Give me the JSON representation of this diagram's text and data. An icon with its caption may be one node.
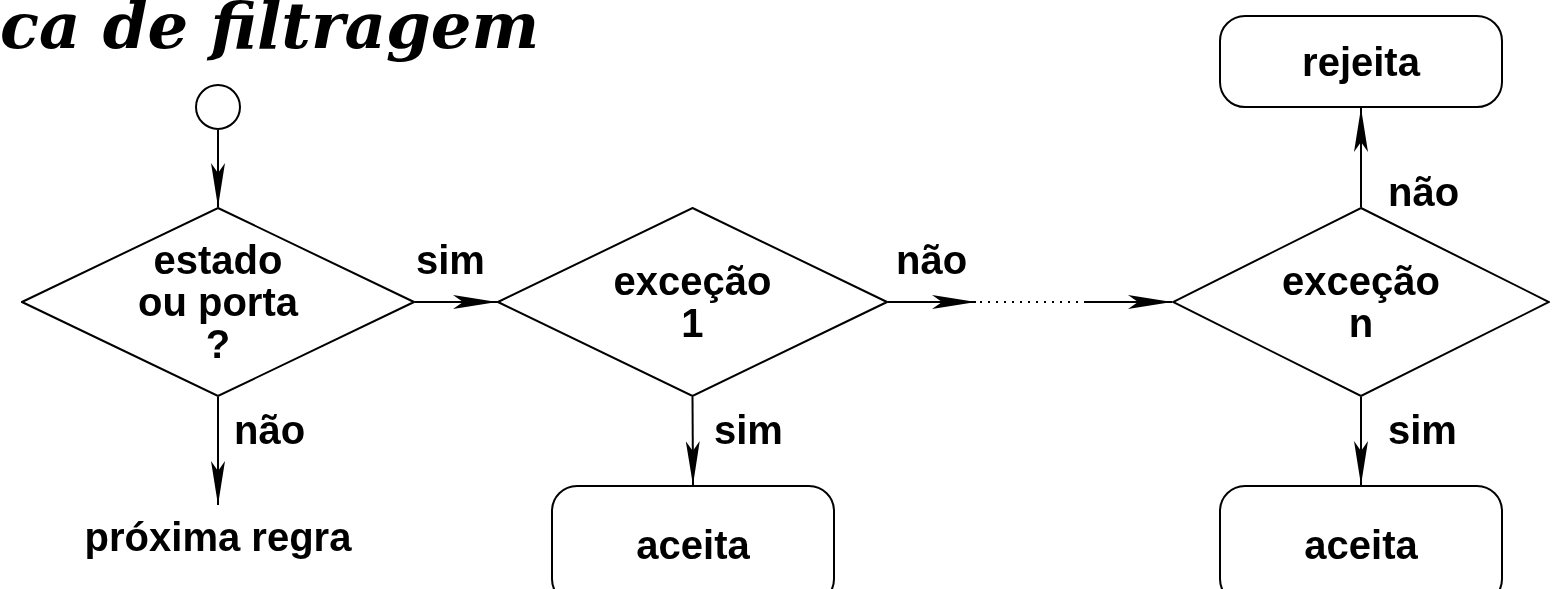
{
  "diagram": {
    "title": "ca de filtragem",
    "nodes": [
      {
        "text": [],
        "shape": "circle"
      },
      {
        "text": [
          "estado ou porta ?"
        ]
      },
      {
        "text": [
          "próxima regra"
        ]
      },
      {
        "text": [
          "exceção 1"
        ]
      },
      {
        "text": [
          "aceita"
        ]
      },
      {
        "text": [
          "exceção n"
        ]
      },
      {
        "text": [
          "rejeita"
        ]
      },
      {
        "text": [
          "aceita"
        ]
      }
    ],
    "edges": [
      {
        "from": 0,
        "to": 1,
        "arrow": "to"
      },
      {
        "from": 1,
        "to": 3,
        "arrow": "to",
        "label": "sim"
      },
      {
        "from": 1,
        "to": 2,
        "arrow": "to",
        "label": "não"
      },
      {
        "from": 3,
        "to": 4,
        "arrow": "to",
        "label": "sim"
      },
      {
        "from": 3,
        "to": 5,
        "arrow": "to",
        "label": "não",
        "style": "dashed"
      },
      {
        "from": 5,
        "to": 6,
        "arrow": "to",
        "label": "não"
      },
      {
        "from": 5,
        "to": 7,
        "arrow": "to",
        "label": "sim"
      }
    ]
  }
}
